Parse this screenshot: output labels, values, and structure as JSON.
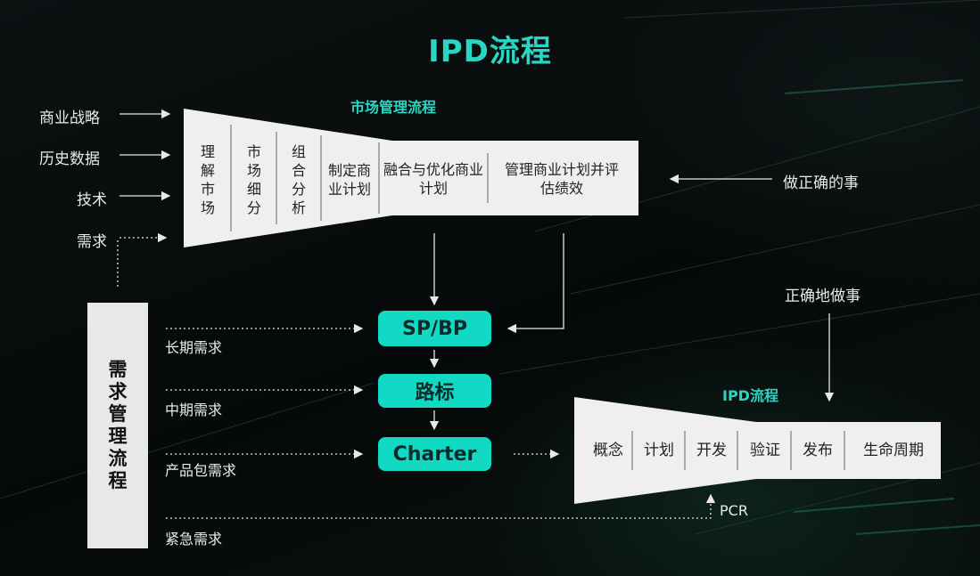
{
  "title": "IPD流程",
  "market": {
    "title": "市场管理流程",
    "inputs": [
      "商业战略",
      "历史数据",
      "技术",
      "需求"
    ],
    "steps": [
      "理解市场",
      "市场细分",
      "组合分析",
      "制定商业计划",
      "融合与优化商业计划",
      "管理商业计划并评估绩效"
    ],
    "right_label": "做正确的事"
  },
  "requirements": {
    "box_label": "需求管理流程",
    "items": [
      "长期需求",
      "中期需求",
      "产品包需求",
      "紧急需求"
    ]
  },
  "pipeline": [
    "SP/BP",
    "路标",
    "Charter"
  ],
  "ipd": {
    "title": "IPD流程",
    "label_above": "正确地做事",
    "steps": [
      "概念",
      "计划",
      "开发",
      "验证",
      "发布",
      "生命周期"
    ],
    "pcr": "PCR"
  },
  "colors": {
    "accent": "#2ad6c3",
    "box": "#12d9c4",
    "panel": "#efefef"
  }
}
